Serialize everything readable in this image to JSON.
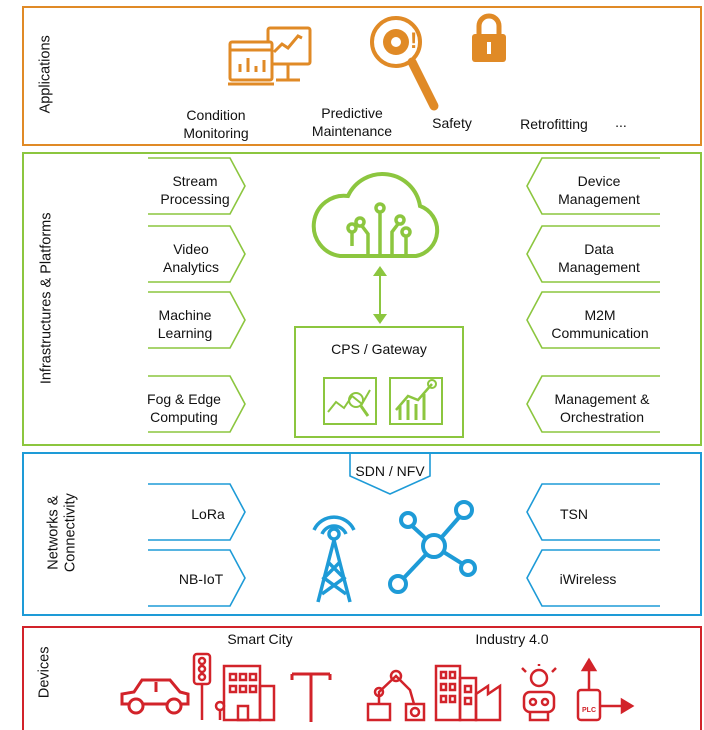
{
  "colors": {
    "applications": "#E08A26",
    "infrastructure": "#8CC63F",
    "networks": "#1E9BD7",
    "devices": "#D2232A"
  },
  "applications": {
    "title": "Applications",
    "items": {
      "condition_monitoring": "Condition\nMonitoring",
      "predictive_maintenance": "Predictive\nMaintenance",
      "safety": "Safety",
      "retrofitting": "Retrofitting",
      "more": "..."
    }
  },
  "infrastructure": {
    "title": "Infrastructures & Platforms",
    "left": [
      "Stream\nProcessing",
      "Video\nAnalytics",
      "Machine\nLearning",
      "Fog & Edge\nComputing"
    ],
    "right": [
      "Device\nManagement",
      "Data\nManagement",
      "M2M\nCommunication",
      "Management &\nOrchestration"
    ],
    "gateway": "CPS / Gateway"
  },
  "networks": {
    "title": "Networks &\nConnectivity",
    "sdn": "SDN / NFV",
    "left": [
      "LoRa",
      "NB-IoT"
    ],
    "right": [
      "TSN",
      "iWireless"
    ]
  },
  "devices": {
    "title": "Devices",
    "smart_city": "Smart City",
    "industry": "Industry 4.0"
  }
}
